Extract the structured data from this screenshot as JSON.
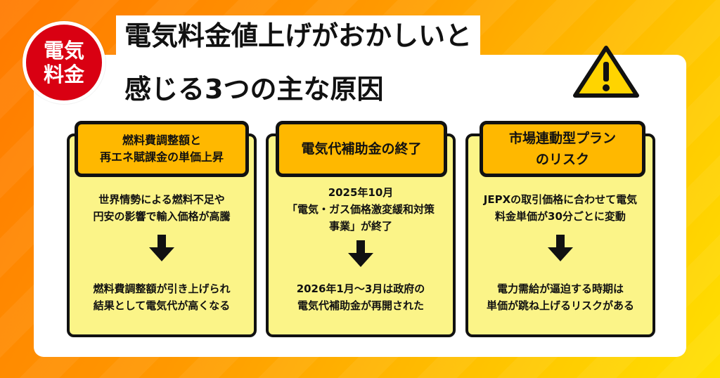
{
  "badge": {
    "line1": "電気",
    "line2": "料金"
  },
  "title": {
    "line1": "電気料金値上げがおかしいと",
    "line2": "感じる3つの主な原因"
  },
  "colors": {
    "badge": "#d90012",
    "header": "#ffb800",
    "card": "#fbf488",
    "warning": "#ffd400"
  },
  "cards": [
    {
      "heading": [
        "燃料費調整額と",
        "再エネ賦課金の単価上昇"
      ],
      "cause": [
        "世界情勢による燃料不足や",
        "円安の影響で輸入価格が高騰"
      ],
      "result": [
        "燃料費調整額が引き上げられ",
        "結果として電気代が高くなる"
      ]
    },
    {
      "heading": [
        "電気代補助金の終了"
      ],
      "cause": [
        "2025年10月",
        "「電気・ガス価格激変緩和対策",
        "事業」が終了"
      ],
      "result": [
        "2026年1月～3月は政府の",
        "電気代補助金が再開された"
      ]
    },
    {
      "heading": [
        "市場連動型プラン",
        "のリスク"
      ],
      "cause": [
        "JEPXの取引価格に合わせて電気",
        "料金単価が30分ごとに変動"
      ],
      "result": [
        "電力需給が逼迫する時期は",
        "単価が跳ね上げるリスクがある"
      ]
    }
  ]
}
